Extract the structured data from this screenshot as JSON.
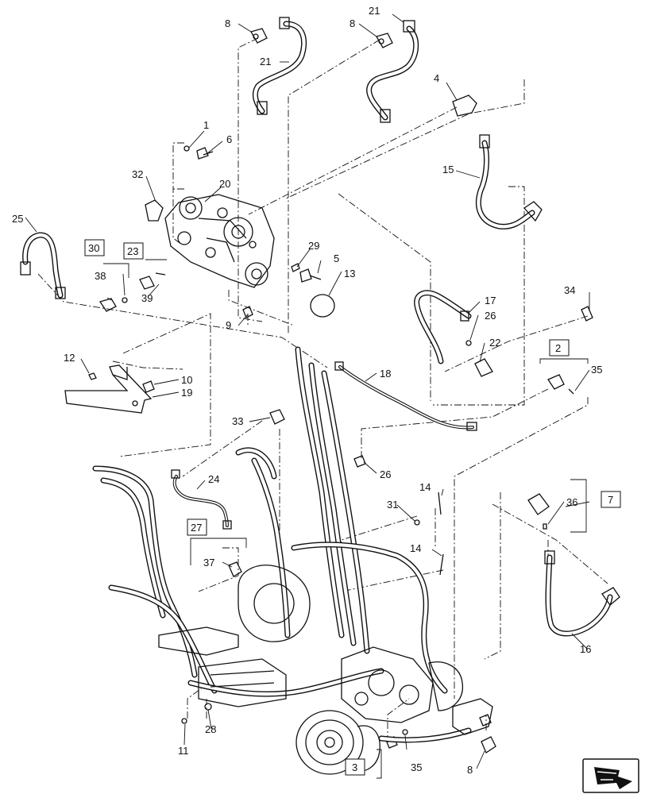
{
  "callouts": {
    "c1": "1",
    "c2": "2",
    "c3": "3",
    "c4": "4",
    "c5": "5",
    "c6": "6",
    "c7": "7",
    "c8a": "8",
    "c8b": "8",
    "c8c": "8",
    "c9": "9",
    "c10": "10",
    "c11": "11",
    "c12": "12",
    "c13": "13",
    "c14a": "14",
    "c14b": "14",
    "c15": "15",
    "c16": "16",
    "c17": "17",
    "c18": "18",
    "c19": "19",
    "c20": "20",
    "c21a": "21",
    "c21b": "21",
    "c22": "22",
    "c23": "23",
    "c24": "24",
    "c25": "25",
    "c26a": "26",
    "c26b": "26",
    "c27": "27",
    "c28": "28",
    "c29": "29",
    "c30": "30",
    "c31": "31",
    "c32": "32",
    "c33": "33",
    "c34": "34",
    "c35a": "35",
    "c35b": "35",
    "c36": "36",
    "c37": "37",
    "c38": "38",
    "c39": "39"
  },
  "icons": {
    "view_arrow": "view-direction-arrow-icon"
  }
}
